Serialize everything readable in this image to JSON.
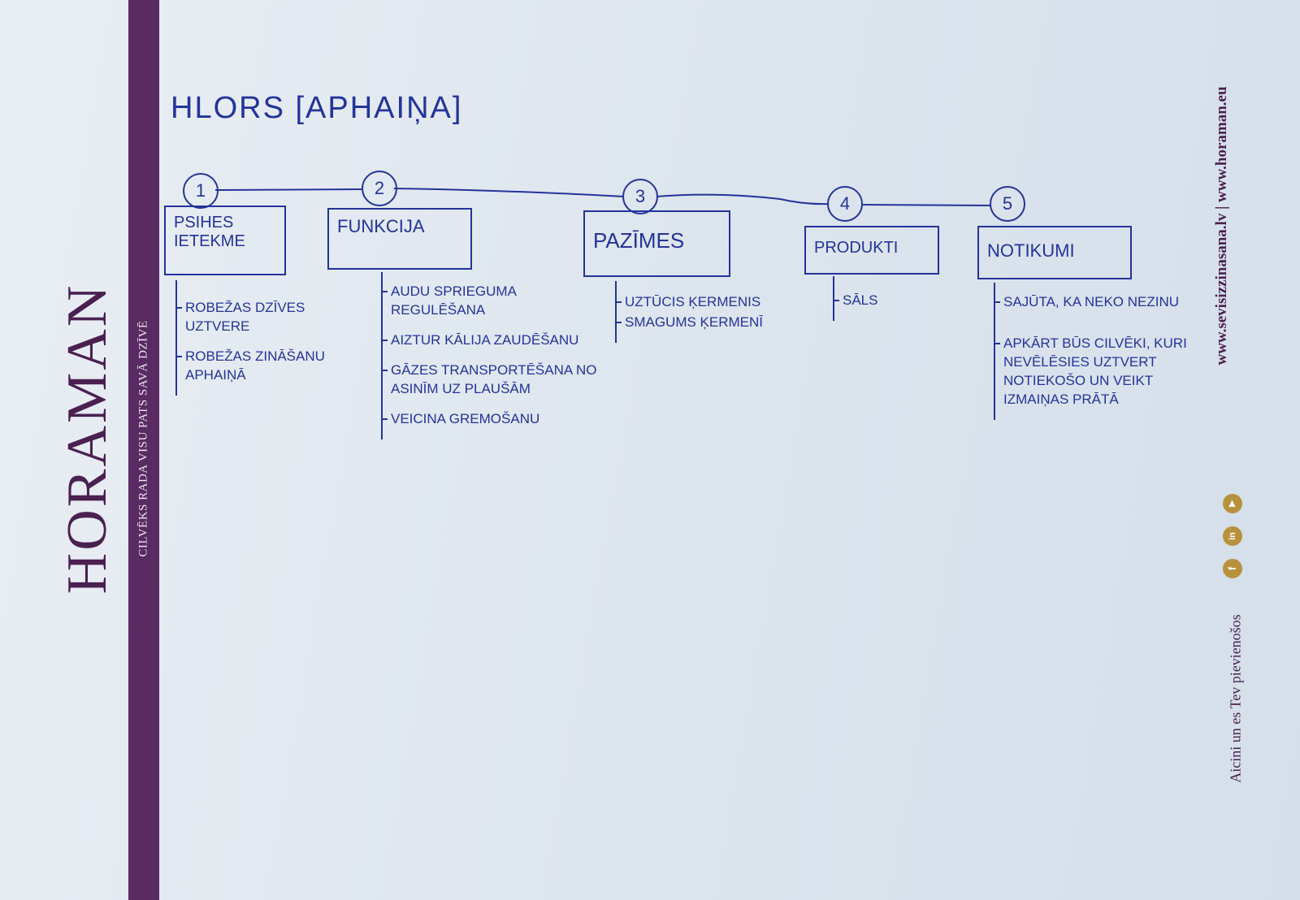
{
  "brand": {
    "logo": "HORAMAN",
    "tagline": "CILVĒKS RADA VISU PATS SAVĀ DZĪVĒ",
    "websites": "www.sevisizzinasana.lv | www.horaman.eu",
    "invite": "Aicini un es Tev pievienošos",
    "social": [
      "facebook",
      "linkedin",
      "youtube"
    ],
    "colors": {
      "brand": "#5a2a62",
      "accent": "#b8913c",
      "ink": "#24339a"
    }
  },
  "diagram": {
    "title": "HLORS [APHAIŅA]",
    "nodes": [
      {
        "number": "1",
        "label": "PSIHES IETEKME",
        "items": [
          "ROBEŽAS DZĪVES UZTVERE",
          "ROBEŽAS ZINĀŠANU APHAIŅĀ"
        ]
      },
      {
        "number": "2",
        "label": "FUNKCIJA",
        "items": [
          "AUDU SPRIEGUMA REGULĒŠANA",
          "AIZTUR KĀLIJA ZAUDĒŠANU",
          "GĀZES TRANSPORTĒŠANA NO ASINĪM UZ PLAUŠĀM",
          "VEICINA GREMOŠANU"
        ]
      },
      {
        "number": "3",
        "label": "PAZĪMES",
        "items": [
          "UZTŪCIS ĶERMENIS",
          "SMAGUMS ĶERMENĪ"
        ]
      },
      {
        "number": "4",
        "label": "PRODUKTI",
        "items": [
          "SĀLS"
        ]
      },
      {
        "number": "5",
        "label": "NOTIKUMI",
        "items": [
          "SAJŪTA, KA NEKO NEZINU",
          "APKĀRT BŪS CILVĒKI, KURI NEVĒLĒSIES UZTVERT NOTIEKOŠO UN VEIKT IZMAIŅAS PRĀTĀ"
        ]
      }
    ]
  }
}
